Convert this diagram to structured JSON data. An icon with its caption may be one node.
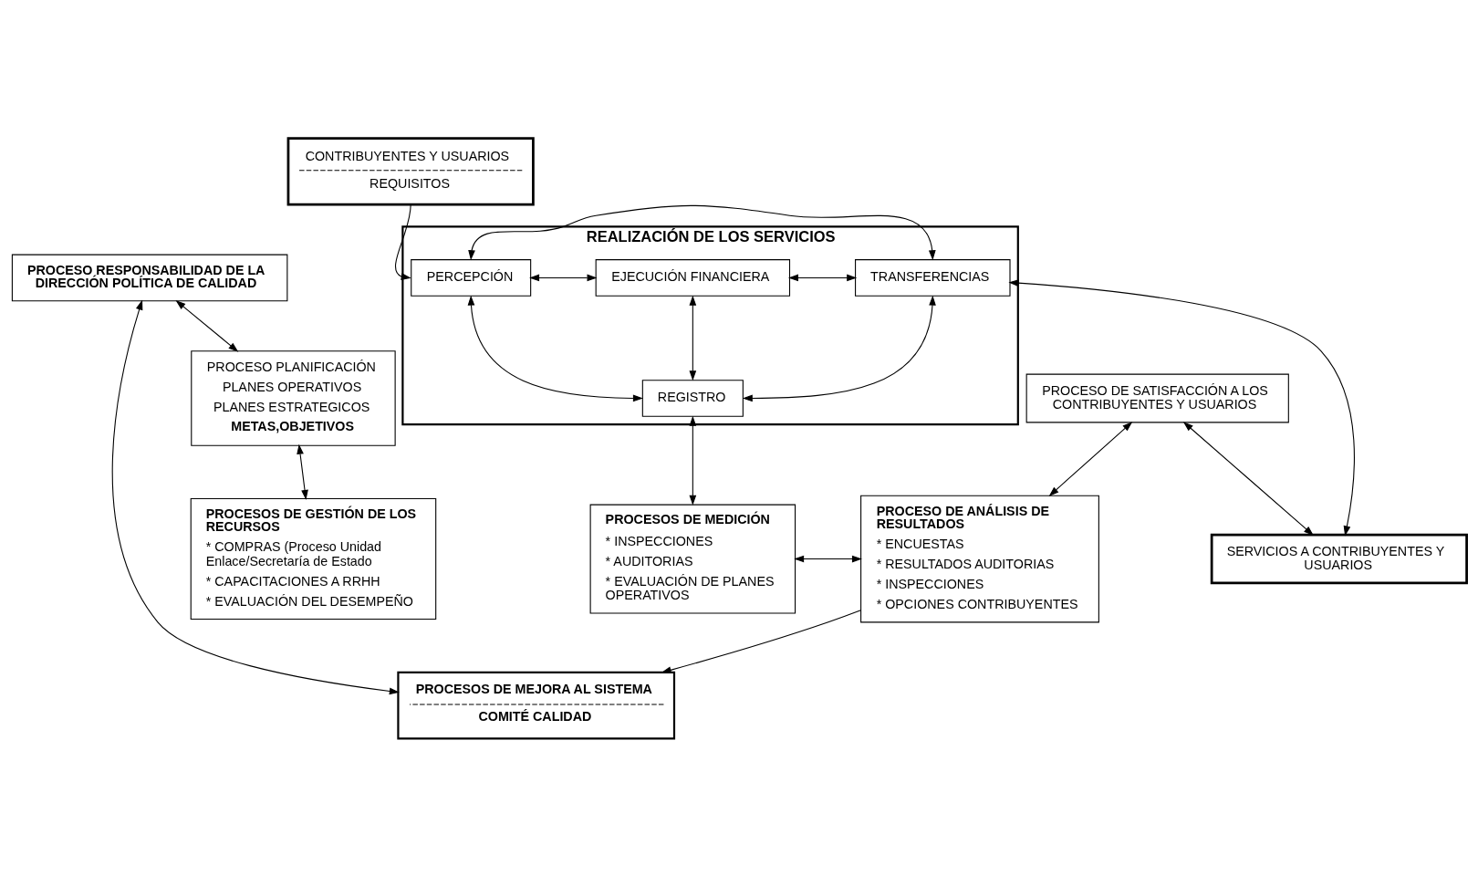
{
  "diagram": {
    "nodes": [
      {
        "text": [
          "PROCESO RESPONSABILIDAD DE LA DIRECCIÓN POLÍTICA DE CALIDAD"
        ]
      },
      {
        "text": [
          "PROCESO PLANIFICACIÓN",
          "PLANES OPERATIVOS",
          "PLANES ESTRATEGICOS",
          "METAS,OBJETIVOS"
        ]
      },
      {
        "text": [
          "PROCESO DE SATISFACCIÓN A LOS CONTRIBUYENTES Y USUARIOS"
        ]
      },
      {
        "text": [
          "CONTRIBUYENTES Y USUARIOS",
          "REQUISITOS"
        ]
      },
      {
        "text": [
          "REALIZACIÓN DE LOS SERVICIOS"
        ]
      },
      {
        "text": [
          "PERCEPCIÓN"
        ],
        "in": 4
      },
      {
        "text": [
          "EJECUCIÓN FINANCIERA"
        ],
        "in": 4
      },
      {
        "text": [
          "TRANSFERENCIAS"
        ],
        "in": 4
      },
      {
        "text": [
          "REGISTRO"
        ],
        "in": 4
      },
      {
        "text": [
          "SERVICIOS A CONTRIBUYENTES Y USUARIOS"
        ]
      },
      {
        "text": [
          "PROCESOS DE MEJORA AL SISTEMA",
          "COMITÉ CALIDAD"
        ]
      },
      {
        "text": [
          "PROCESOS DE GESTIÓN DE LOS RECURSOS",
          "* COMPRAS (Proceso Unidad Enlace/Secretaría de Estado",
          "* CAPACITACIONES A RRHH",
          "* EVALUACIÓN DEL DESEMPEÑO"
        ]
      },
      {
        "text": [
          "PROCESOS DE MEDICIÓN",
          "* INSPECCIONES",
          "* AUDITORIAS",
          "* EVALUACIÓN DE PLANES OPERATIVOS"
        ]
      },
      {
        "text": [
          "PROCESO DE ANÁLISIS DE RESULTADOS",
          "* ENCUESTAS",
          "* RESULTADOS AUDITORIAS",
          "* INSPECCIONES",
          "* OPCIONES CONTRIBUYENTES"
        ]
      }
    ],
    "edges": [
      {
        "from": 0,
        "to": 1,
        "arrow": "both"
      },
      {
        "from": 0,
        "to": 10,
        "arrow": "both"
      },
      {
        "from": 3,
        "to": 5,
        "arrow": "to"
      },
      {
        "from": 1,
        "to": 11,
        "arrow": "both"
      },
      {
        "from": 5,
        "to": 6,
        "arrow": "both"
      },
      {
        "from": 6,
        "to": 7,
        "arrow": "both"
      },
      {
        "from": 7,
        "to": 9,
        "arrow": "both"
      },
      {
        "from": 6,
        "to": 8,
        "arrow": "both"
      },
      {
        "from": 5,
        "to": 8,
        "arrow": "both"
      },
      {
        "from": 7,
        "to": 8,
        "arrow": "both"
      },
      {
        "from": 5,
        "to": 7,
        "arrow": "both"
      },
      {
        "from": 8,
        "to": 12,
        "arrow": "both"
      },
      {
        "from": 12,
        "to": 13,
        "arrow": "both"
      },
      {
        "from": 13,
        "to": 10,
        "arrow": "to"
      },
      {
        "from": 2,
        "to": 9,
        "arrow": "both"
      },
      {
        "from": 2,
        "to": 13,
        "arrow": "both"
      }
    ]
  }
}
